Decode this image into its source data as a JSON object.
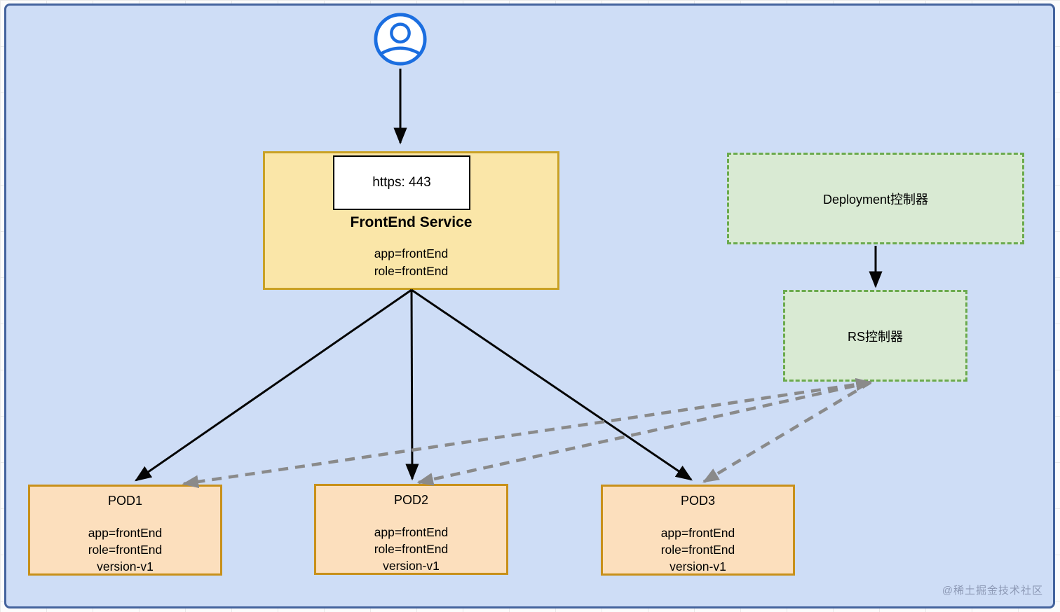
{
  "canvas": {
    "background": "#CEDDF6",
    "border_color": "#44639D"
  },
  "user": {
    "icon": "user-icon",
    "color": "#1B6EE0"
  },
  "frontend_service": {
    "port_label": "https: 443",
    "title": "FrontEnd Service",
    "labels": [
      "app=frontEnd",
      "role=frontEnd"
    ],
    "fill": "#FAE6A8",
    "border_color": "#C9A125"
  },
  "controllers": {
    "deployment": {
      "label": "Deployment控制器"
    },
    "rs": {
      "label": "RS控制器"
    },
    "fill": "#D9EAD3",
    "border_color": "#6BAA4E"
  },
  "pods": [
    {
      "title": "POD1",
      "labels": [
        "app=frontEnd",
        "role=frontEnd",
        "version-v1"
      ]
    },
    {
      "title": "POD2",
      "labels": [
        "app=frontEnd",
        "role=frontEnd",
        "version-v1"
      ]
    },
    {
      "title": "POD3",
      "labels": [
        "app=frontEnd",
        "role=frontEnd",
        "version-v1"
      ]
    }
  ],
  "pod_style": {
    "fill": "#FCDFBD",
    "border_color": "#C8901A"
  },
  "edges": {
    "solid_arrow_color": "#000000",
    "dashed_arrow_color": "#8A8A8A",
    "connections": [
      "user → FrontEnd Service",
      "FrontEnd Service → POD1",
      "FrontEnd Service → POD2",
      "FrontEnd Service → POD3",
      "Deployment控制器 → RS控制器",
      "RS控制器 ⇢ POD1",
      "RS控制器 ⇢ POD2",
      "RS控制器 ⇢ POD3"
    ]
  },
  "watermark": {
    "text": "@稀土掘金技术社区",
    "color": "#8D99B5"
  }
}
